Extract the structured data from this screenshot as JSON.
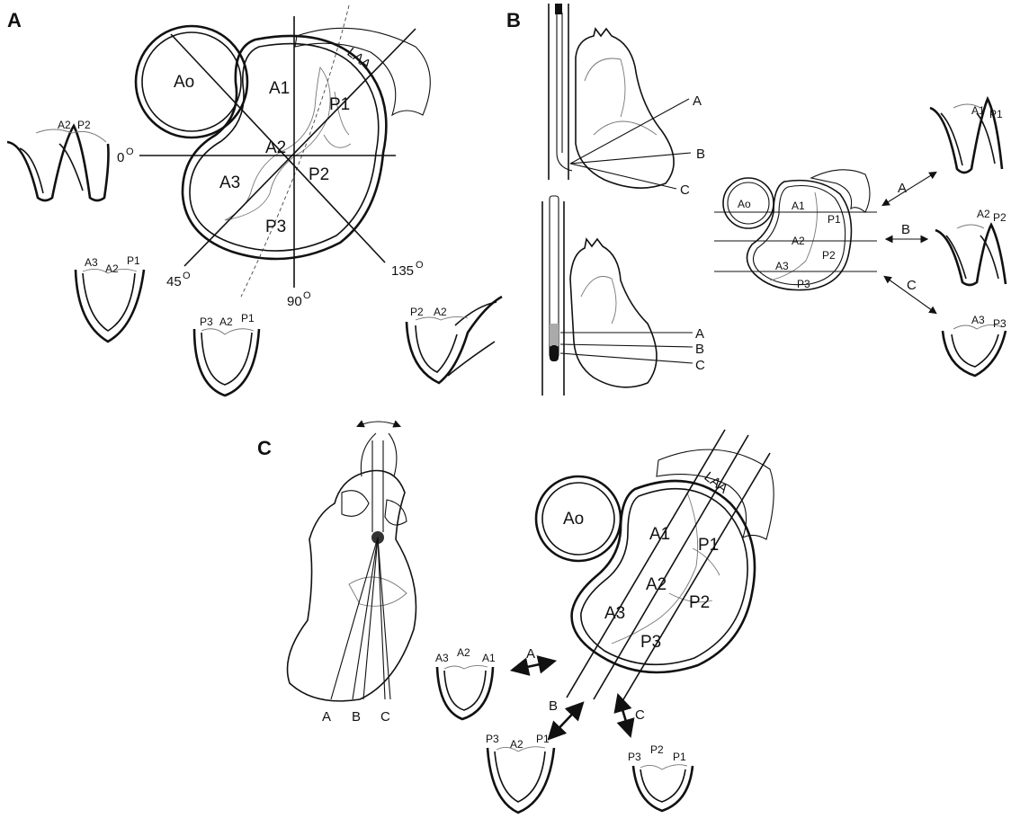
{
  "panels": {
    "a": {
      "letter": "A",
      "ao": "Ao",
      "laa": "LAA",
      "scallops": {
        "a1": "A1",
        "a2": "A2",
        "a3": "A3",
        "p1": "P1",
        "p2": "P2",
        "p3": "P3"
      },
      "angles": {
        "deg0": "0",
        "deg45": "45",
        "deg90": "90",
        "deg135": "135",
        "degree_mark": "O"
      },
      "views": {
        "v0": [
          "A2",
          "P2"
        ],
        "v45": [
          "A3",
          "A2",
          "P1"
        ],
        "v90": [
          "P3",
          "A2",
          "P1"
        ],
        "v135": [
          "P2",
          "A2"
        ]
      }
    },
    "b": {
      "letter": "B",
      "planes": [
        "A",
        "B",
        "C"
      ],
      "ao": "Ao",
      "scallops": {
        "a1": "A1",
        "a2": "A2",
        "a3": "A3",
        "p1": "P1",
        "p2": "P2",
        "p3": "P3"
      },
      "views": {
        "a": [
          "A1",
          "P1"
        ],
        "b": [
          "A2",
          "P2"
        ],
        "c": [
          "A3",
          "P3"
        ]
      }
    },
    "c": {
      "letter": "C",
      "planes": [
        "A",
        "B",
        "C"
      ],
      "ao": "Ao",
      "laa": "LAA",
      "scallops": {
        "a1": "A1",
        "a2": "A2",
        "a3": "A3",
        "p1": "P1",
        "p2": "P2",
        "p3": "P3"
      },
      "views": {
        "a": [
          "A3",
          "A2",
          "A1"
        ],
        "b": [
          "P3",
          "A2",
          "P1"
        ],
        "c": [
          "P3",
          "P2",
          "P1"
        ]
      }
    }
  },
  "colors": {
    "ink": "#111111",
    "paper": "#ffffff"
  }
}
